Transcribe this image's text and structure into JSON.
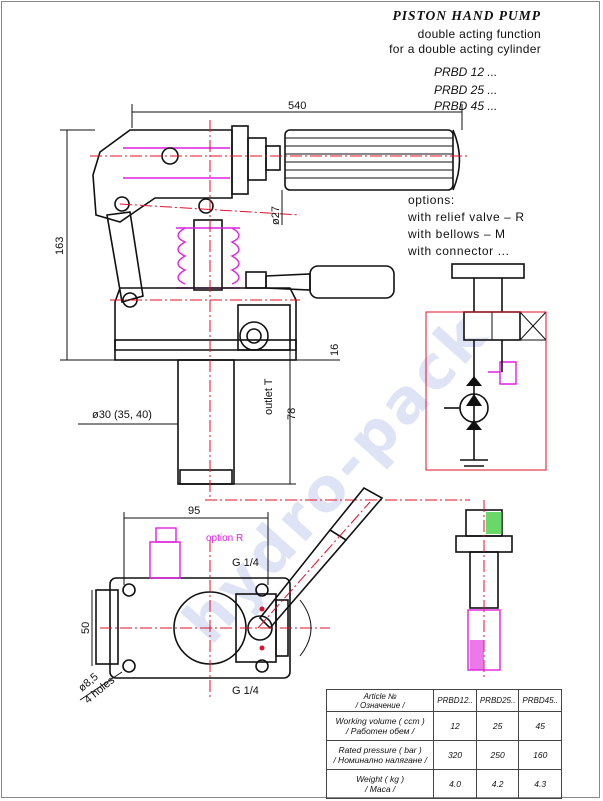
{
  "header": {
    "title": "PISTON HAND PUMP",
    "subtitle1": "double acting function",
    "subtitle2": "for a double acting cylinder",
    "models": [
      "PRBD 12 ...",
      "PRBD 25 ...",
      "PRBD 45 ..."
    ]
  },
  "options": {
    "heading": "options:",
    "items": [
      "with relief valve  –  R",
      "with bellows  –  M",
      "with connector  ..."
    ]
  },
  "dimensions": {
    "length": "540",
    "height": "163",
    "handle_dia": "ø27",
    "pipe_dia": "ø30 (35, 40)",
    "outlet": "outlet T",
    "outlet_len": "78",
    "port_offset": "16",
    "width_bottom": "95",
    "option_r": "option R",
    "port_top": "G 1/4",
    "port_bottom": "G 1/4",
    "depth": "50",
    "holes": "ø8,5",
    "holes_count": "4 holes"
  },
  "watermark": "hydro-pack",
  "spec_table": {
    "header_label": [
      "Article №",
      "/ Означение /"
    ],
    "columns": [
      "PRBD12..",
      "PRBD25..",
      "PRBD45.."
    ],
    "rows": [
      {
        "label": [
          "Working volume ( ccm )",
          "/ Работен обем /"
        ],
        "values": [
          "12",
          "25",
          "45"
        ]
      },
      {
        "label": [
          "Rated pressure ( bar )",
          "/ Номинално налягане /"
        ],
        "values": [
          "320",
          "250",
          "160"
        ]
      },
      {
        "label": [
          "Weight ( kg )",
          "/ Маса /"
        ],
        "values": [
          "4.0",
          "4.2",
          "4.3"
        ]
      }
    ]
  }
}
